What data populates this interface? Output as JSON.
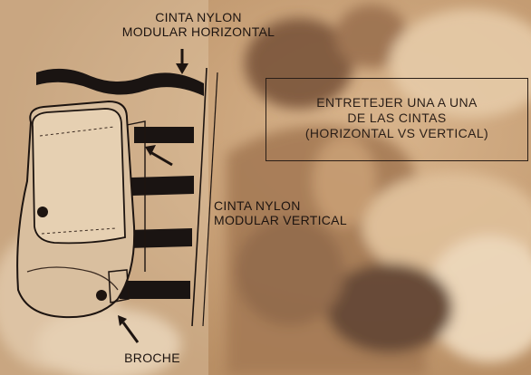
{
  "labels": {
    "horizontal_strap": [
      "CINTA NYLON",
      "MODULAR HORIZONTAL"
    ],
    "vertical_strap": [
      "CINTA NYLON",
      "MODULAR VERTICAL"
    ],
    "snap": "BROCHE"
  },
  "callout": {
    "lines": [
      "ENTRETEJER UNA A UNA",
      "DE LAS CINTAS",
      "(HORIZONTAL VS  VERTICAL)"
    ]
  },
  "colors": {
    "background": "#c9a27a",
    "background_light": "#e2c6a3",
    "background_dark": "#6b4a33",
    "ink": "#1d1410",
    "strap": "#1a1412"
  }
}
